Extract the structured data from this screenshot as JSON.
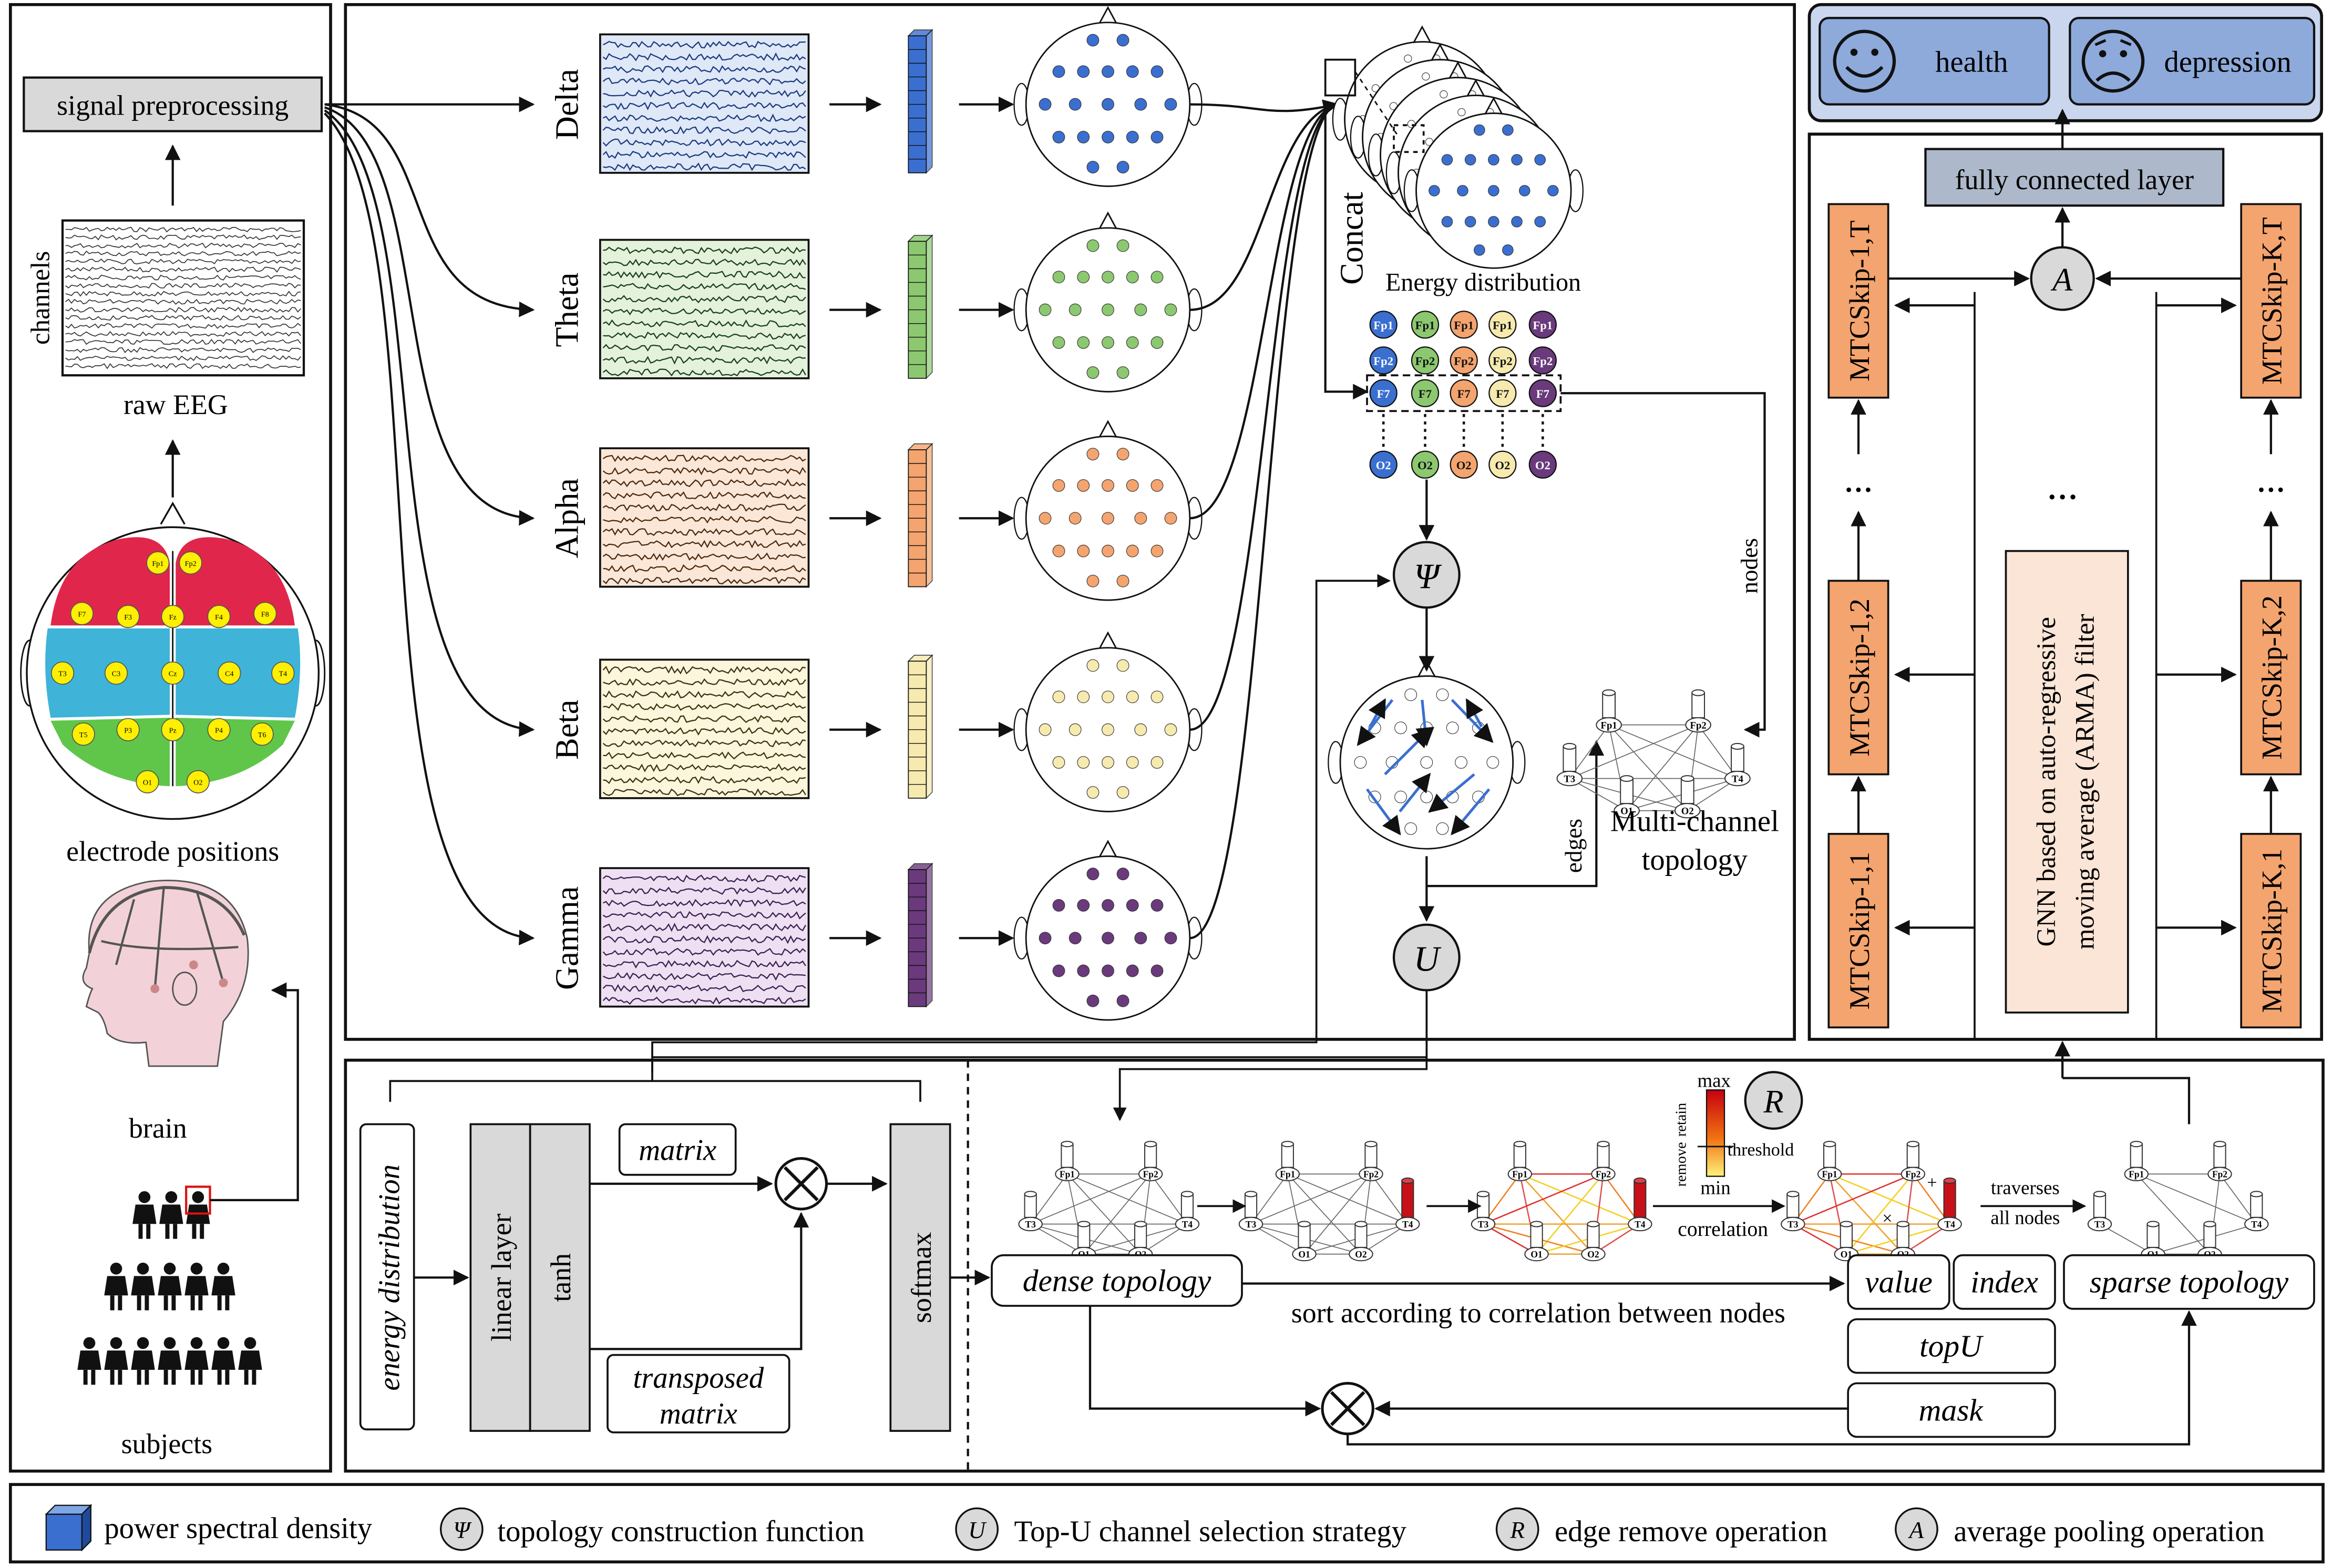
{
  "left_panel": {
    "signal_preprocessing": "signal preprocessing",
    "channels": "channels",
    "raw_eeg": "raw EEG",
    "electrode_positions": "electrode positions",
    "brain": "brain",
    "subjects": "subjects",
    "electrodes": [
      "Fp1",
      "Fp2",
      "F7",
      "F3",
      "Fz",
      "F4",
      "F8",
      "T3",
      "C3",
      "Cz",
      "C4",
      "T4",
      "T5",
      "P3",
      "Pz",
      "P4",
      "T6",
      "O1",
      "O2"
    ]
  },
  "bands": [
    {
      "name": "Delta",
      "color": "#3a6fd0",
      "light": "#dfe8f7"
    },
    {
      "name": "Theta",
      "color": "#8cc86f",
      "light": "#e4f2dc"
    },
    {
      "name": "Alpha",
      "color": "#f4a46e",
      "light": "#fbe7d8"
    },
    {
      "name": "Beta",
      "color": "#f6eaae",
      "light": "#fbf6dc"
    },
    {
      "name": "Gamma",
      "color": "#6a3a7c",
      "light": "#eee0f2"
    }
  ],
  "middle": {
    "concat": "Concat",
    "energy_distribution": "Energy distribution",
    "energy_rows": [
      [
        "Fp1",
        "Fp1",
        "Fp1",
        "Fp1",
        "Fp1"
      ],
      [
        "Fp2",
        "Fp2",
        "Fp2",
        "Fp2",
        "Fp2"
      ],
      [
        "F7",
        "F7",
        "F7",
        "F7",
        "F7"
      ],
      [
        "O2",
        "O2",
        "O2",
        "O2",
        "O2"
      ]
    ],
    "psi": "Ψ",
    "u": "U",
    "nodes": "nodes",
    "edges": "edges",
    "multi_channel_topology": [
      "Multi-channel",
      "topology"
    ],
    "topo_labels": [
      "Fp1",
      "Fp2",
      "T3",
      "T4",
      "O1",
      "O2"
    ]
  },
  "right_panel": {
    "health": "health",
    "depression": "depression",
    "fully_connected_layer": "fully connected layer",
    "a": "A",
    "mtc_left": [
      "MTCSkip-1,T",
      "MTCSkip-1,2",
      "MTCSkip-1,1"
    ],
    "mtc_right": [
      "MTCSkip-K,T",
      "MTCSkip-K,2",
      "MTCSkip-K,1"
    ],
    "ellipsis": "...",
    "gnn": [
      "GNN based on auto-regressive",
      "moving average (ARMA) filter"
    ]
  },
  "bottom": {
    "energy_distribution": "energy distribution",
    "linear_layer": "linear layer",
    "tanh": "tanh",
    "matrix": "matrix",
    "transposed_matrix": [
      "transposed",
      "matrix"
    ],
    "softmax": "softmax",
    "dense_topology": "dense topology",
    "sort_text": "sort according to correlation between nodes",
    "value": "value",
    "index": "index",
    "sparse_topology": "sparse topology",
    "topU": "topU",
    "mask": "mask",
    "r": "R",
    "max": "max",
    "min": "min",
    "threshold": "threshold",
    "remove": "remove",
    "retain": "retain",
    "correlation": "correlation",
    "traverses": "traverses",
    "all_nodes": "all nodes"
  },
  "legend": {
    "psd": "power spectral density",
    "psi_symbol": "Ψ",
    "psi_text": "topology construction function",
    "u_symbol": "U",
    "u_text": "Top-U channel selection strategy",
    "r_symbol": "R",
    "r_text": "edge remove operation",
    "a_symbol": "A",
    "a_text": "average pooling operation"
  }
}
